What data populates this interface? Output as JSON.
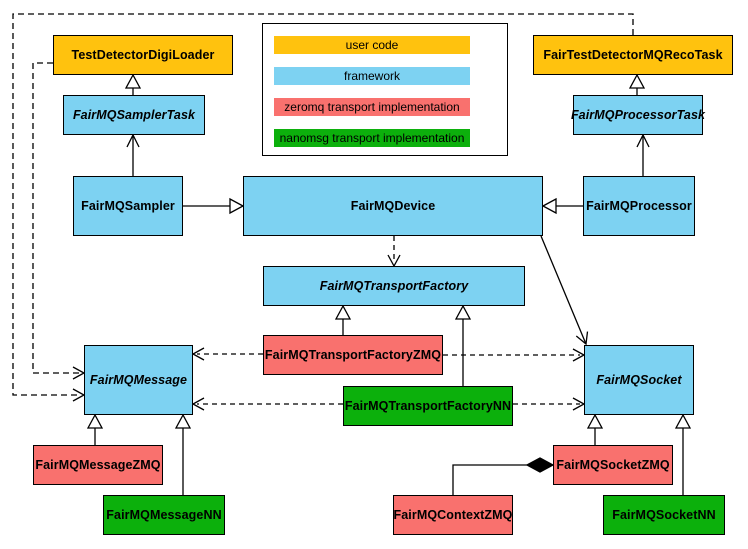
{
  "legend": {
    "items": [
      {
        "id": "user-code",
        "label": "user code",
        "color": "#FFC20E"
      },
      {
        "id": "framework",
        "label": "framework",
        "color": "#7DD2F2"
      },
      {
        "id": "zeromq",
        "label": "zeromq transport implementation",
        "color": "#F9716E"
      },
      {
        "id": "nanomsg",
        "label": "nanomsg transport implementation",
        "color": "#0CB00C"
      }
    ]
  },
  "colors": {
    "user_code": "#FFC20E",
    "framework": "#7DD2F2",
    "zeromq": "#F9716E",
    "nanomsg": "#0CB00C",
    "line": "#000000"
  },
  "classes": {
    "test_detector_digi_loader": {
      "label": "TestDetectorDigiLoader",
      "category": "user code",
      "abstract": false
    },
    "fair_test_detector_mq_reco_task": {
      "label": "FairTestDetectorMQRecoTask",
      "category": "user code",
      "abstract": false
    },
    "fair_mq_sampler_task": {
      "label": "FairMQSamplerTask",
      "category": "framework",
      "abstract": true
    },
    "fair_mq_processor_task": {
      "label": "FairMQProcessorTask",
      "category": "framework",
      "abstract": true
    },
    "fair_mq_sampler": {
      "label": "FairMQSampler",
      "category": "framework",
      "abstract": false
    },
    "fair_mq_device": {
      "label": "FairMQDevice",
      "category": "framework",
      "abstract": false
    },
    "fair_mq_processor": {
      "label": "FairMQProcessor",
      "category": "framework",
      "abstract": false
    },
    "fair_mq_transport_factory": {
      "label": "FairMQTransportFactory",
      "category": "framework",
      "abstract": true
    },
    "fair_mq_transport_factory_zmq": {
      "label": "FairMQTransportFactoryZMQ",
      "category": "zeromq transport implementation",
      "abstract": false
    },
    "fair_mq_transport_factory_nn": {
      "label": "FairMQTransportFactoryNN",
      "category": "nanomsg transport implementation",
      "abstract": false
    },
    "fair_mq_message": {
      "label": "FairMQMessage",
      "category": "framework",
      "abstract": true
    },
    "fair_mq_socket": {
      "label": "FairMQSocket",
      "category": "framework",
      "abstract": true
    },
    "fair_mq_message_zmq": {
      "label": "FairMQMessageZMQ",
      "category": "zeromq transport implementation",
      "abstract": false
    },
    "fair_mq_message_nn": {
      "label": "FairMQMessageNN",
      "category": "nanomsg transport implementation",
      "abstract": false
    },
    "fair_mq_context_zmq": {
      "label": "FairMQContextZMQ",
      "category": "zeromq transport implementation",
      "abstract": false
    },
    "fair_mq_socket_zmq": {
      "label": "FairMQSocketZMQ",
      "category": "zeromq transport implementation",
      "abstract": false
    },
    "fair_mq_socket_nn": {
      "label": "FairMQSocketNN",
      "category": "nanomsg transport implementation",
      "abstract": false
    }
  },
  "relationships": [
    {
      "from": "fair_mq_sampler_task",
      "to": "test_detector_digi_loader",
      "type": "inheritance"
    },
    {
      "from": "fair_mq_processor_task",
      "to": "fair_test_detector_mq_reco_task",
      "type": "inheritance"
    },
    {
      "from": "fair_mq_sampler",
      "to": "fair_mq_sampler_task",
      "type": "association"
    },
    {
      "from": "fair_mq_processor",
      "to": "fair_mq_processor_task",
      "type": "association"
    },
    {
      "from": "fair_mq_sampler",
      "to": "fair_mq_device",
      "type": "inheritance"
    },
    {
      "from": "fair_mq_processor",
      "to": "fair_mq_device",
      "type": "inheritance"
    },
    {
      "from": "fair_mq_device",
      "to": "fair_mq_transport_factory",
      "type": "dependency"
    },
    {
      "from": "fair_mq_device",
      "to": "fair_mq_socket",
      "type": "association"
    },
    {
      "from": "fair_mq_transport_factory_zmq",
      "to": "fair_mq_transport_factory",
      "type": "inheritance"
    },
    {
      "from": "fair_mq_transport_factory_nn",
      "to": "fair_mq_transport_factory",
      "type": "inheritance"
    },
    {
      "from": "fair_mq_transport_factory_zmq",
      "to": "fair_mq_message",
      "type": "dependency"
    },
    {
      "from": "fair_mq_transport_factory_zmq",
      "to": "fair_mq_socket",
      "type": "dependency"
    },
    {
      "from": "fair_mq_transport_factory_nn",
      "to": "fair_mq_message",
      "type": "dependency"
    },
    {
      "from": "fair_mq_transport_factory_nn",
      "to": "fair_mq_socket",
      "type": "dependency"
    },
    {
      "from": "test_detector_digi_loader",
      "to": "fair_mq_message",
      "type": "dependency"
    },
    {
      "from": "fair_test_detector_mq_reco_task",
      "to": "fair_mq_message",
      "type": "dependency"
    },
    {
      "from": "fair_mq_message_zmq",
      "to": "fair_mq_message",
      "type": "inheritance"
    },
    {
      "from": "fair_mq_message_nn",
      "to": "fair_mq_message",
      "type": "inheritance"
    },
    {
      "from": "fair_mq_socket_zmq",
      "to": "fair_mq_socket",
      "type": "inheritance"
    },
    {
      "from": "fair_mq_socket_nn",
      "to": "fair_mq_socket",
      "type": "inheritance"
    },
    {
      "from": "fair_mq_context_zmq",
      "to": "fair_mq_socket_zmq",
      "type": "composition"
    }
  ]
}
